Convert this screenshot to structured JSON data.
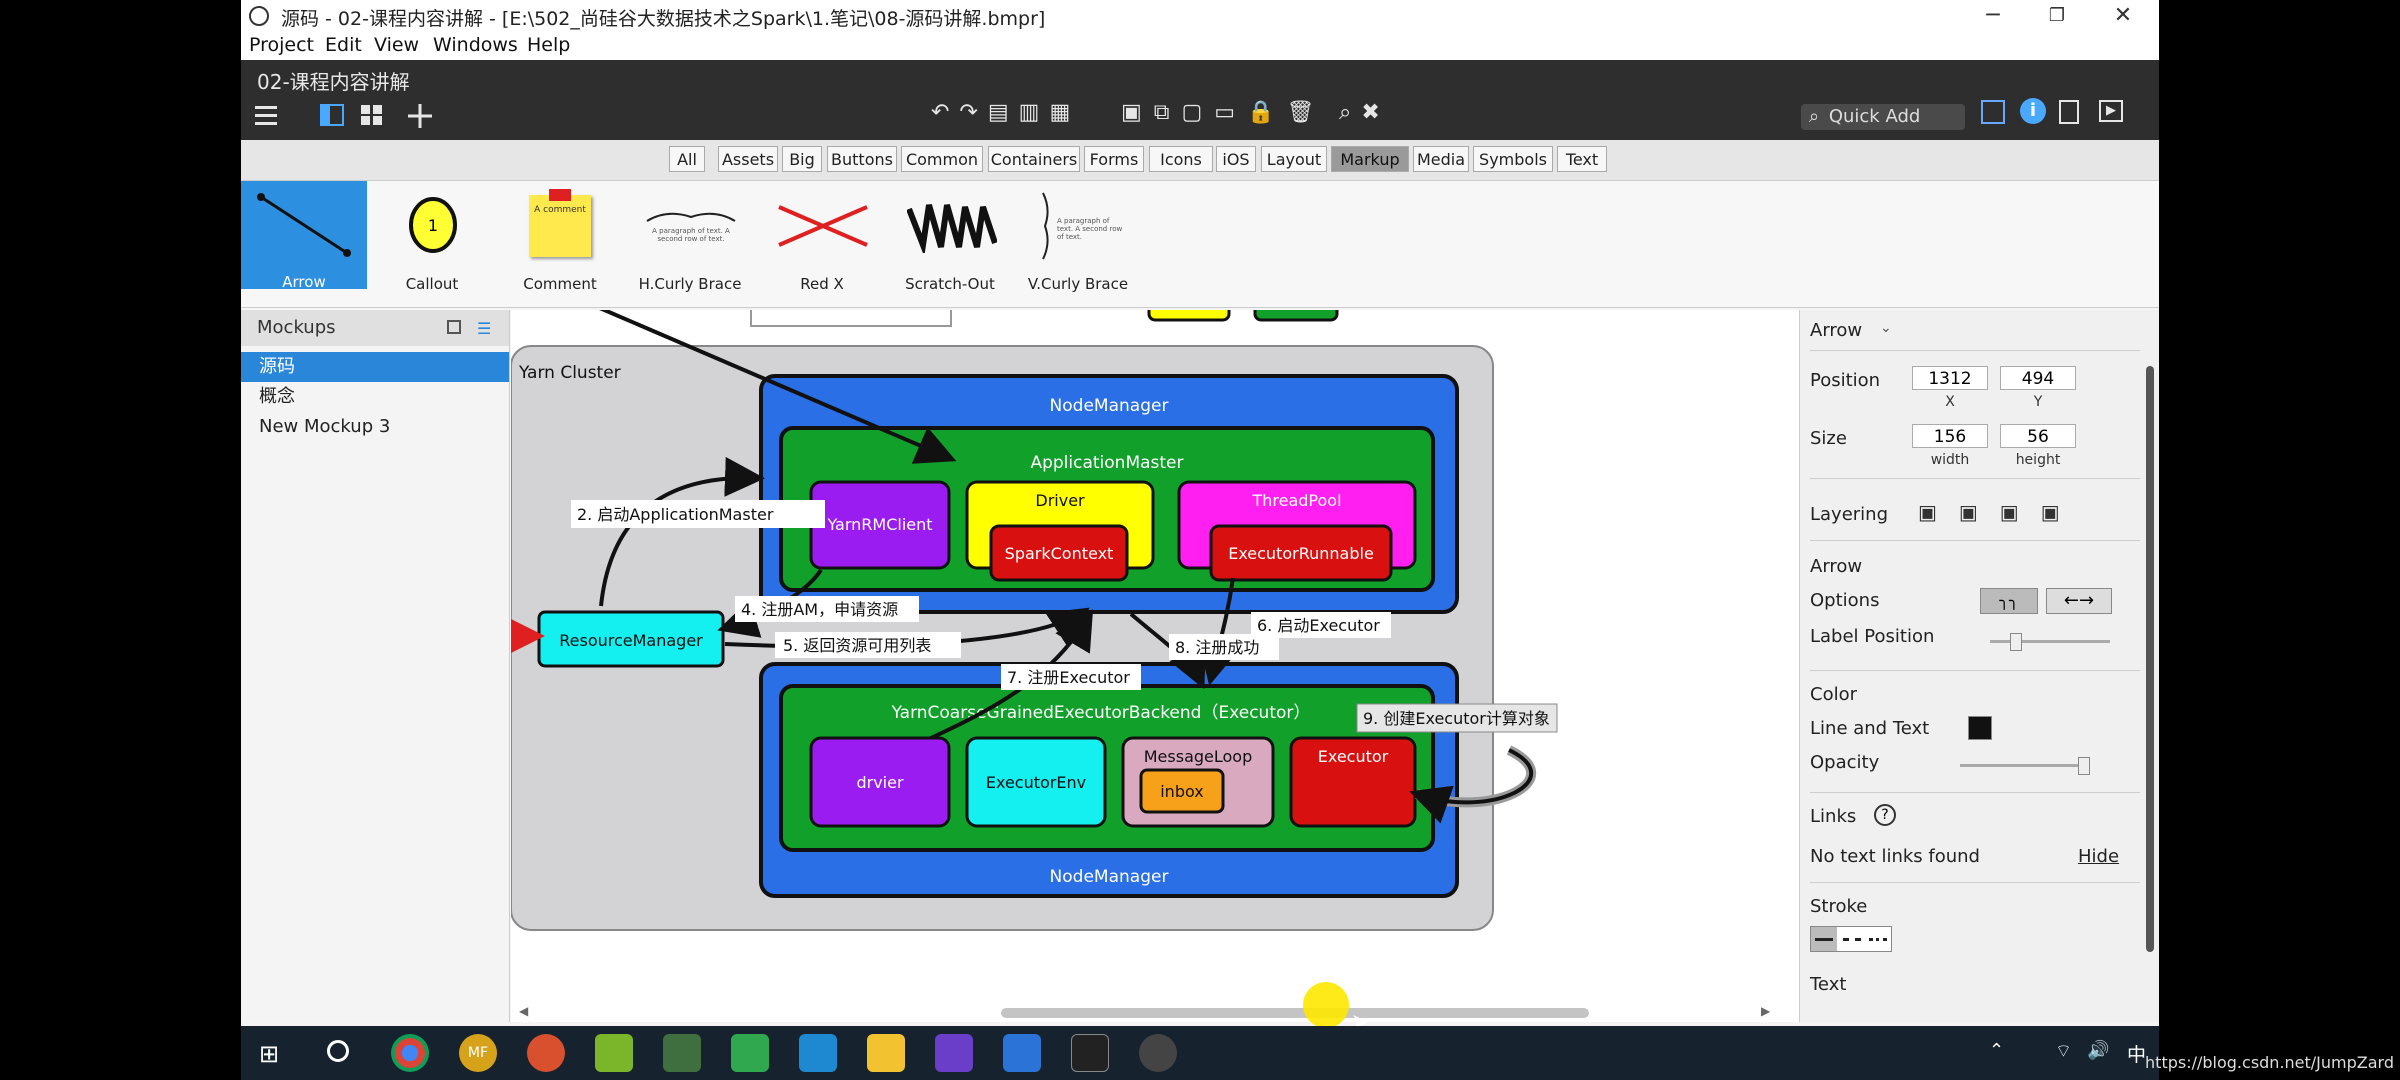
{
  "window": {
    "title": "源码 - 02-课程内容讲解 - [E:\\502_尚硅谷大数据技术之Spark\\1.笔记\\08-源码讲解.bmpr]",
    "menu": [
      "Project",
      "Edit",
      "View",
      "Windows",
      "Help"
    ],
    "project_title": "02-课程内容讲解"
  },
  "toolbar": {
    "quick_add_placeholder": "Quick Add"
  },
  "filter_tabs": [
    "All",
    "Assets",
    "Big",
    "Buttons",
    "Common",
    "Containers",
    "Forms",
    "Icons",
    "iOS",
    "Layout",
    "Markup",
    "Media",
    "Symbols",
    "Text"
  ],
  "active_filter": "Markup",
  "gallery": {
    "items": [
      "Arrow",
      "Callout",
      "Comment",
      "H.Curly Brace",
      "Red X",
      "Scratch-Out",
      "V.Curly Brace"
    ],
    "active": "Arrow",
    "callout_number": "1",
    "comment_text": "A comment",
    "brace_text": "A paragraph of text. A second row of text."
  },
  "mockups": {
    "header": "Mockups",
    "items": [
      "源码",
      "概念",
      "New Mockup 3"
    ],
    "active": "源码"
  },
  "diagram": {
    "cluster_label": "Yarn Cluster",
    "nodemanager_top": "NodeManager",
    "nodemanager_bottom": "NodeManager",
    "application_master": "ApplicationMaster",
    "yarn_rm_client": "YarnRMClient",
    "driver": "Driver",
    "spark_context": "SparkContext",
    "thread_pool": "ThreadPool",
    "executor_runnable": "ExecutorRunnable",
    "resource_manager": "ResourceManager",
    "backend": "YarnCoarseGrainedExecutorBackend（Executor）",
    "drvier": "drvier",
    "executor_env": "ExecutorEnv",
    "message_loop": "MessageLoop",
    "inbox": "inbox",
    "executor": "Executor",
    "step2": "2. 启动ApplicationMaster",
    "step4": "4. 注册AM，申请资源",
    "step5": "5. 返回资源可用列表",
    "step6": "6. 启动Executor",
    "step7": "7. 注册Executor",
    "step8": "8. 注册成功",
    "step9": "9. 创建Executor计算对象"
  },
  "props": {
    "title": "Arrow",
    "position_label": "Position",
    "x": "1312",
    "y": "494",
    "x_label": "X",
    "y_label": "Y",
    "size_label": "Size",
    "width": "156",
    "height": "56",
    "width_label": "width",
    "height_label": "height",
    "layering_label": "Layering",
    "arrow_label": "Arrow",
    "options_label": "Options",
    "label_position_label": "Label Position",
    "color_label": "Color",
    "line_text_label": "Line and Text",
    "opacity_label": "Opacity",
    "links_label": "Links",
    "links_help": "?",
    "no_links": "No text links found",
    "hide": "Hide",
    "stroke_label": "Stroke",
    "text_label": "Text"
  },
  "taskbar": {
    "ime": "中"
  },
  "watermark": "https://blog.csdn.net/JumpZard",
  "colors": {
    "blue": "#2b6fe6",
    "green": "#11a12a",
    "purple": "#9b1cf0",
    "yellow": "#ffff00",
    "magenta": "#ff1ff0",
    "red": "#d81010",
    "cyan": "#14f0f0",
    "pink": "#d9a9bf",
    "orange": "#f7a11a",
    "selected": "#2d8fe0"
  }
}
